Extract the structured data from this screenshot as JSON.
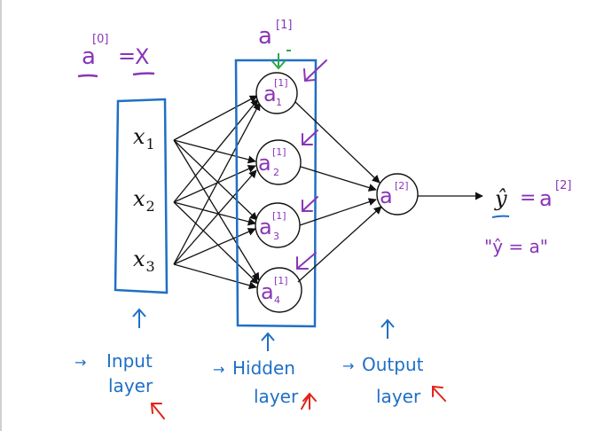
{
  "colors": {
    "ink": "#111111",
    "blue": "#1f6fc5",
    "purple": "#8a35b8",
    "green": "#2ea84a",
    "red": "#e2231a"
  },
  "diagram": {
    "input_nodes": [
      "x1",
      "x2",
      "x3"
    ],
    "input_labels": [
      {
        "base": "x",
        "sub": "1"
      },
      {
        "base": "x",
        "sub": "2"
      },
      {
        "base": "x",
        "sub": "3"
      }
    ],
    "hidden_nodes": [
      {
        "base": "a",
        "sup": "[1]",
        "sub": "1"
      },
      {
        "base": "a",
        "sup": "[1]",
        "sub": "2"
      },
      {
        "base": "a",
        "sup": "[1]",
        "sub": "3"
      },
      {
        "base": "a",
        "sup": "[1]",
        "sub": "4"
      }
    ],
    "output_node": {
      "base": "a",
      "sup": "[2]"
    },
    "layer_vector_label": {
      "base": "a",
      "sup": "[1]"
    },
    "input_vector_label": {
      "lhs": "a",
      "sup": "[0]",
      "eq": "=",
      "rhs": "X"
    },
    "prediction": {
      "lhs": "ŷ",
      "eq": "=",
      "rhs": "a",
      "sup": "[2]"
    },
    "prediction_note": "\"ŷ = a\"",
    "layer_labels": {
      "input": [
        "Input",
        "layer"
      ],
      "hidden": [
        "Hidden",
        "layer"
      ],
      "output": [
        "Output",
        "layer"
      ]
    }
  }
}
